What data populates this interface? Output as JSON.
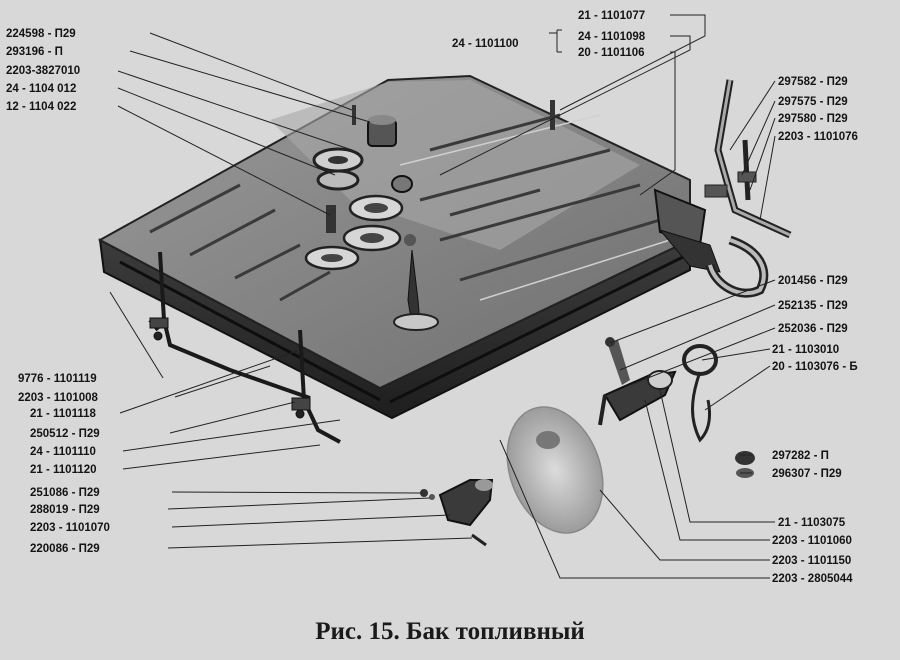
{
  "caption": "Рис. 15. Бак топливный",
  "assembly_label": "24 - 1101100",
  "labels": {
    "l224598": "224598 - П29",
    "l293196": "293196 - П",
    "l2203_3827010": "2203-3827010",
    "l24_1104012": "24  - 1104 012",
    "l12_1104022": "12  - 1104 022",
    "l21_1101077": "21 - 1101077",
    "l24_1101098": "24 - 1101098",
    "l20_1101106": "20 - 1101106",
    "l297582": "297582 - П29",
    "l297575": "297575 - П29",
    "l297580": "297580 - П29",
    "l2203_1101076": "2203 - 1101076",
    "l201456": "201456  - П29",
    "l252135": "252135  - П29",
    "l252036": "252036 - П29",
    "l21_1103010": "21 - 1103010",
    "l20_1103076": "20 - 1103076 - Б",
    "l297282": "297282 - П",
    "l296307": "296307 - П29",
    "l21_1103075": "21 - 1103075",
    "l2203_1101060": "2203 - 1101060",
    "l2203_1101150": "2203 - 1101150",
    "l2203_2805044": "2203 - 2805044",
    "l9776": "9776 - 1101119",
    "l2203_1101008": "2203 - 1101008",
    "l21_1101118": "21  - 1101118",
    "l250512": "250512 - П29",
    "l24_1101110": "24 - 1101110",
    "l21_1101120": "21 - 1101120",
    "l251086": "251086 - П29",
    "l288019": "288019 - П29",
    "l2203_1101070": "2203 - 1101070",
    "l220086": "220086 - П29"
  }
}
